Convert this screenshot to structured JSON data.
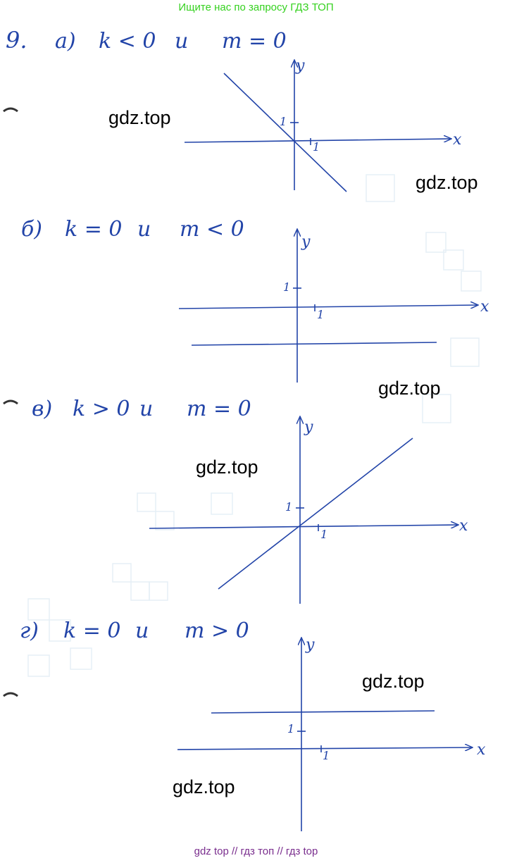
{
  "banner": "Ищите нас по запросу ГДЗ ТОП",
  "problem_number": "9.",
  "watermark": "gdz.top",
  "footer": "gdz top  //  гдз топ  //  гдз top",
  "ink_color": "#2244a8",
  "parts": [
    {
      "letter": "а)",
      "k": "k < 0",
      "conj": "и",
      "m": "m = 0"
    },
    {
      "letter": "б)",
      "k": "k = 0",
      "conj": "и",
      "m": "m < 0"
    },
    {
      "letter": "в)",
      "k": "k > 0",
      "conj": "и",
      "m": "m = 0"
    },
    {
      "letter": "г)",
      "k": "k = 0",
      "conj": "и",
      "m": "m > 0"
    }
  ],
  "axis": {
    "x": "x",
    "y": "y",
    "unit": "1"
  }
}
